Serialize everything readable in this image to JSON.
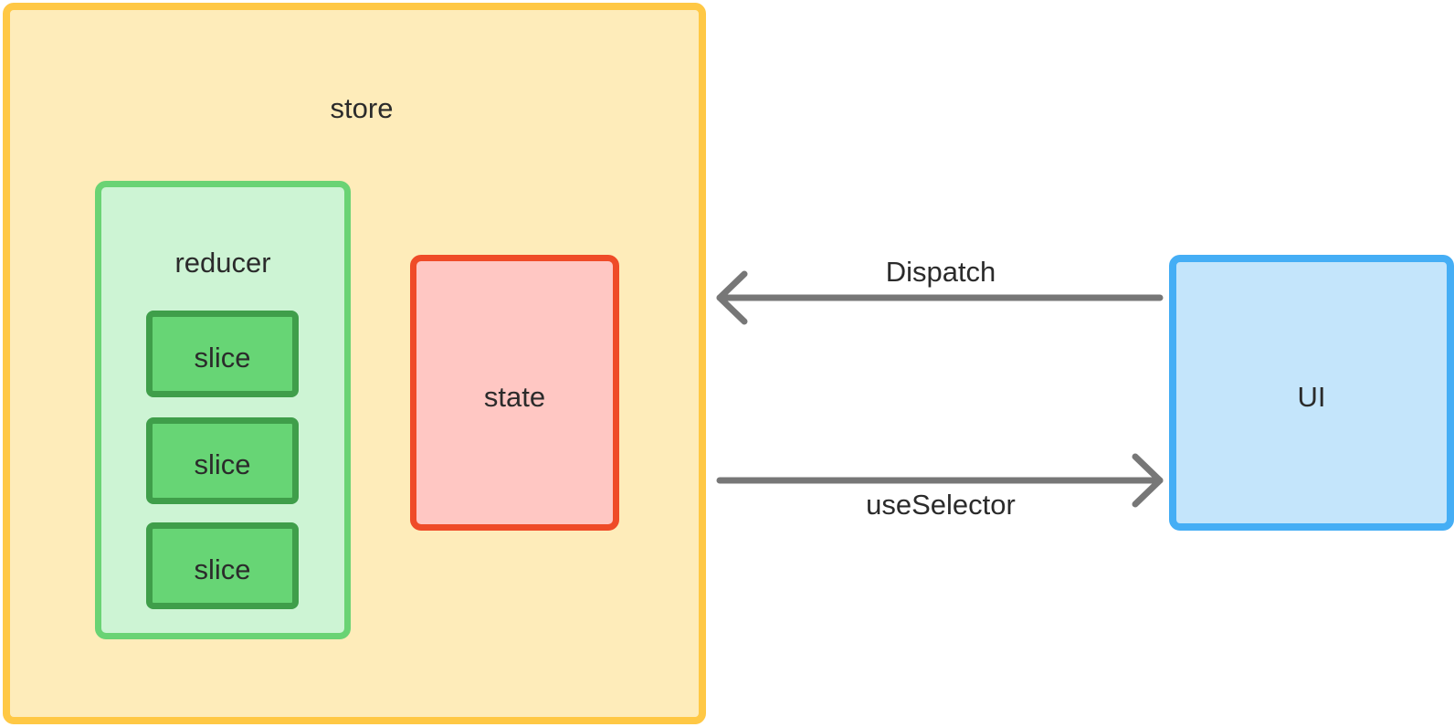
{
  "store": {
    "label": "store"
  },
  "reducer": {
    "label": "reducer",
    "slices": [
      "slice",
      "slice",
      "slice"
    ]
  },
  "state": {
    "label": "state"
  },
  "ui": {
    "label": "UI"
  },
  "arrows": {
    "dispatch": "Dispatch",
    "use_selector": "useSelector"
  },
  "colors": {
    "store_border": "#ffc845",
    "store_fill": "#feecba",
    "reducer_border": "#6ad374",
    "reducer_fill": "#cdf4d4",
    "slice_border": "#3f9e4a",
    "slice_fill": "#67d575",
    "state_border": "#ef4b28",
    "state_fill": "#ffc7c3",
    "ui_border": "#45aef5",
    "ui_fill": "#c4e5fb",
    "arrow": "#777777"
  }
}
